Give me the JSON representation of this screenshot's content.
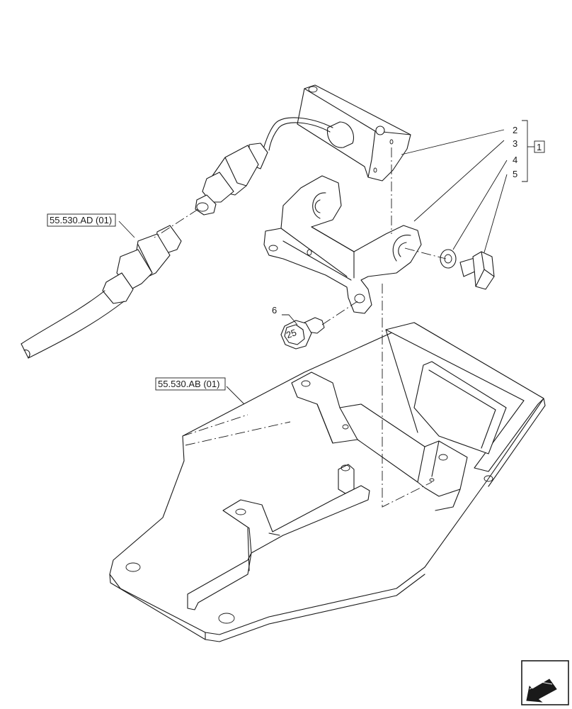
{
  "references": {
    "cable_ref": "55.530.AD (01)",
    "plate_ref": "55.530.AB (01)"
  },
  "callouts": {
    "c2": "2",
    "c3": "3",
    "c4": "4",
    "c5": "5",
    "c6": "6",
    "group_box": "1"
  },
  "screw_marking": "25",
  "icons": {
    "nav": "next-page-arrow-icon"
  }
}
